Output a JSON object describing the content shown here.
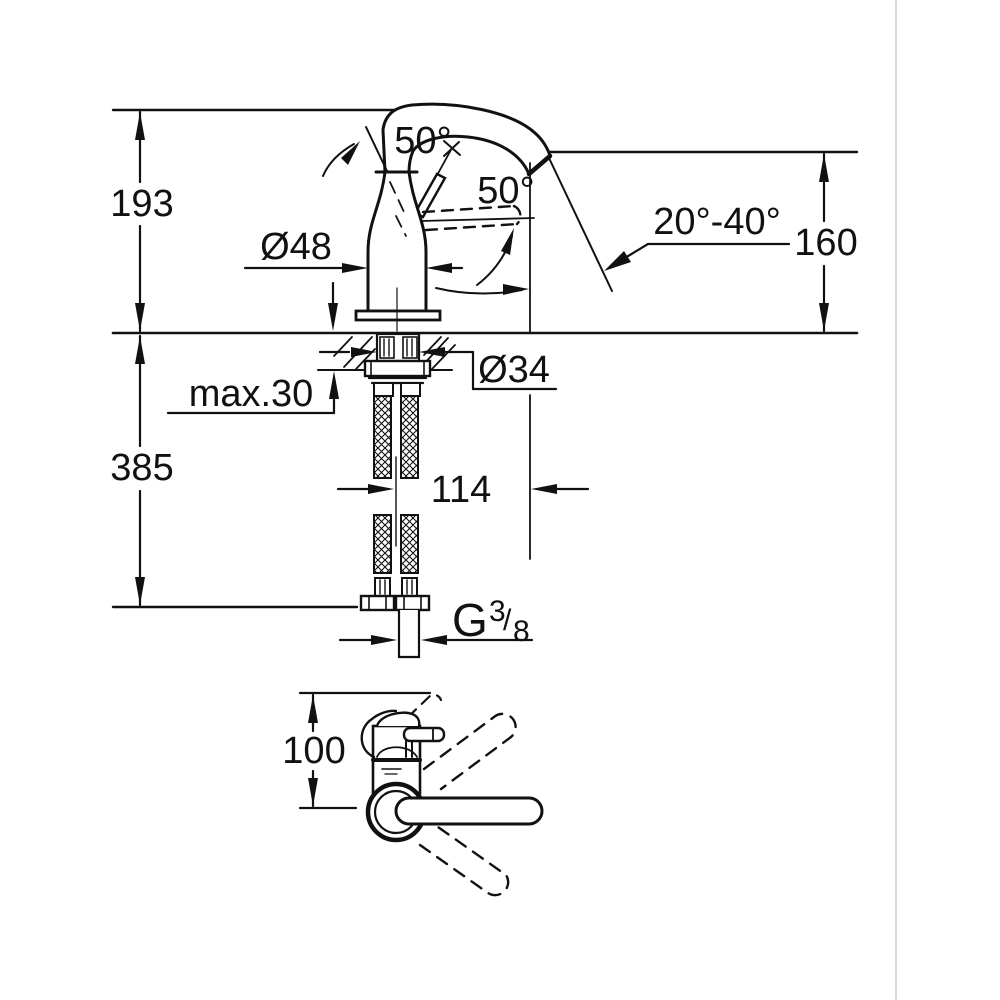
{
  "page": {
    "background": "#ffffff",
    "line_color": "#111111",
    "edge_rule_color": "#cccccc"
  },
  "drawing": {
    "kind": "faucet-installation-dimension-drawing",
    "views": [
      "front-section",
      "top-plan"
    ],
    "labels": {
      "height_above_counter": "193",
      "height_below_counter": "385",
      "outlet_height": "160",
      "handle_open_angle": "50°",
      "handle_swing_angle": "50°",
      "body_diameter": "Ø48",
      "shank_diameter": "Ø34",
      "counter_thickness": "max.30",
      "spout_reach": "114",
      "spray_angle": "20°-40°",
      "thread_prefix": "G",
      "thread_numerator": "3",
      "thread_slash": "/",
      "thread_denominator": "8",
      "lever_height": "100"
    }
  }
}
